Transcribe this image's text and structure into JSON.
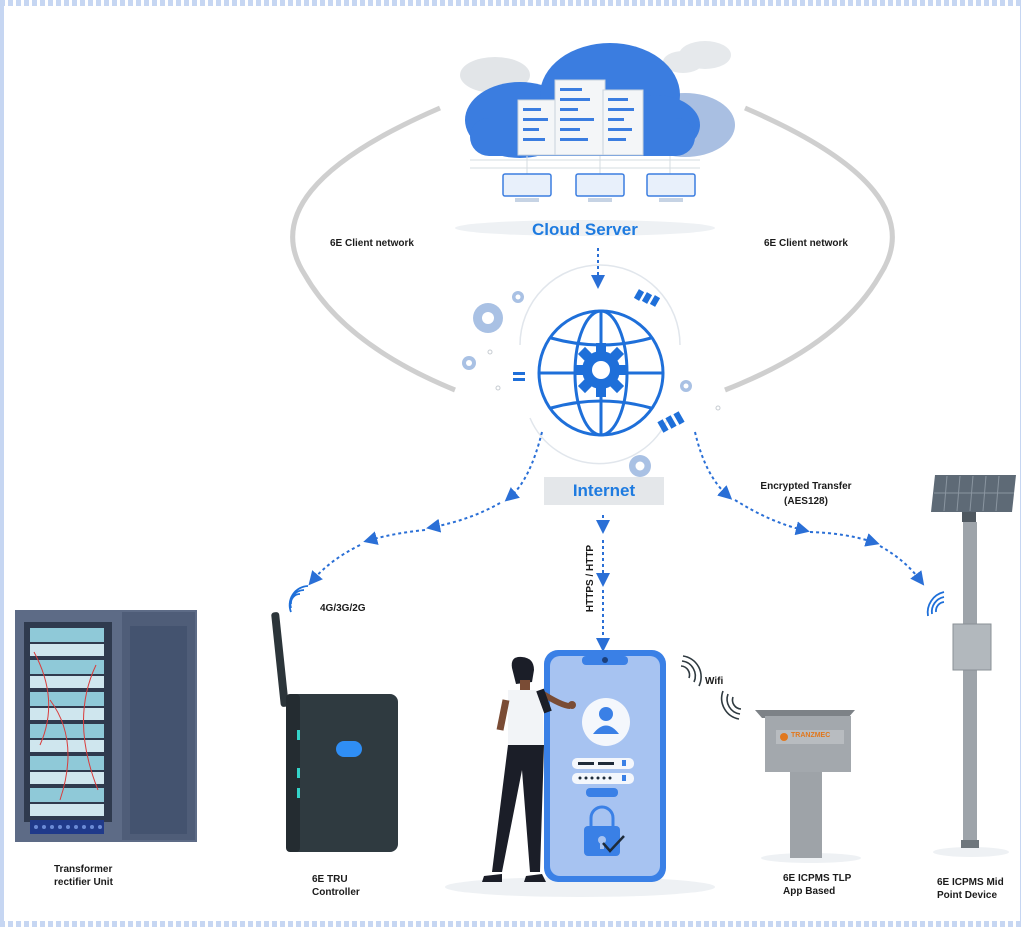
{
  "labels": {
    "cloud_server": "Cloud Server",
    "internet": "Internet",
    "client_network_left": "6E Client network",
    "client_network_right": "6E Client network",
    "encrypted_1": "Encrypted Transfer",
    "encrypted_2": "(AES128)",
    "cellular": "4G/3G/2G",
    "https": "HTTPS / HTTP",
    "wifi": "Wifi",
    "brand": "TRANZMEC"
  },
  "devices": {
    "rectifier": [
      "Transformer",
      "rectifier Unit"
    ],
    "tru": [
      "6E TRU",
      "Controller"
    ],
    "tlp": [
      "6E ICPMS TLP",
      "App Based"
    ],
    "midpoint": [
      "6E ICPMS Mid",
      "Point Device"
    ]
  },
  "colors": {
    "accent": "#1e7be0",
    "arrow": "#2a6fd6",
    "dark": "#2f3a40",
    "rack": "#5d6b86"
  }
}
